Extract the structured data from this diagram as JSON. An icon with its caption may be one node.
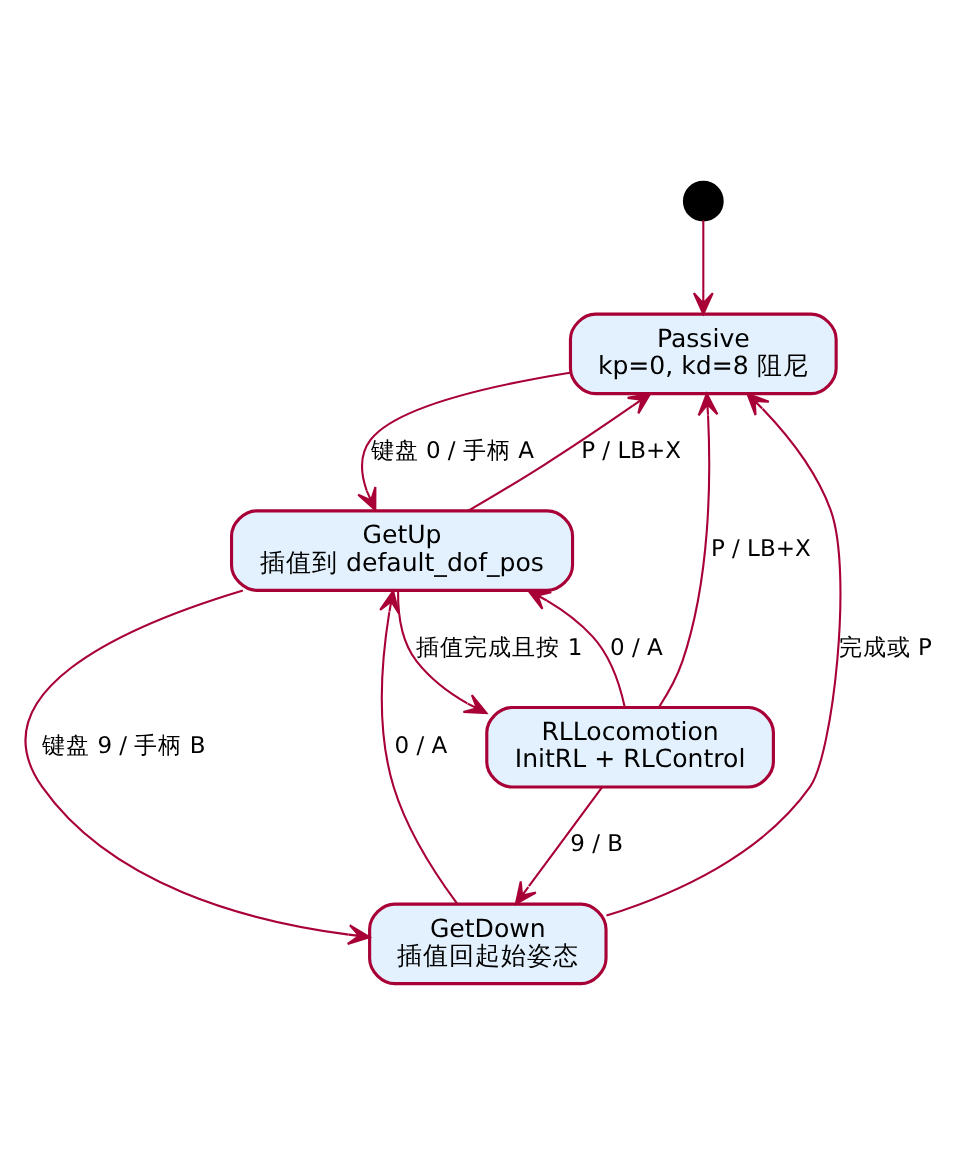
{
  "diagram": {
    "nodes": [
      {
        "text": [],
        "shape": "circle"
      },
      {
        "text": [
          "Passive",
          "kp=0, kd=8 阻尼"
        ]
      },
      {
        "text": [
          "GetUp",
          "插值到 default_dof_pos"
        ]
      },
      {
        "text": [
          "RLLocomotion",
          "InitRL + RLControl"
        ]
      },
      {
        "text": [
          "GetDown",
          "插值回起始姿态"
        ]
      }
    ],
    "edges": [
      {
        "from": 0,
        "to": 1,
        "arrow": "to"
      },
      {
        "from": 1,
        "to": 2,
        "arrow": "to",
        "label": "键盘 0 / 手柄 A"
      },
      {
        "from": 2,
        "to": 1,
        "arrow": "to",
        "label": "P / LB+X"
      },
      {
        "from": 2,
        "to": 3,
        "arrow": "to",
        "label": "插值完成且按 1"
      },
      {
        "from": 3,
        "to": 2,
        "arrow": "to",
        "label": "0 / A"
      },
      {
        "from": 3,
        "to": 1,
        "arrow": "to",
        "label": "P / LB+X"
      },
      {
        "from": 2,
        "to": 4,
        "arrow": "to",
        "label": "键盘 9 / 手柄 B"
      },
      {
        "from": 4,
        "to": 2,
        "arrow": "to",
        "label": "0 / A"
      },
      {
        "from": 3,
        "to": 4,
        "arrow": "to",
        "label": "9 / B"
      },
      {
        "from": 4,
        "to": 1,
        "arrow": "to",
        "label": "完成或 P"
      }
    ]
  }
}
